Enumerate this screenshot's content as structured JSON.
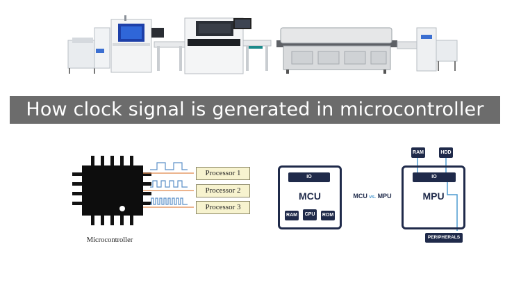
{
  "title": "How clock signal is generated in microcontroller",
  "left_diagram": {
    "processors": [
      "Processor 1",
      "Processor 2",
      "Processor 3"
    ],
    "caption": "Microcontroller"
  },
  "mcu_block": {
    "io_label": "IO",
    "name": "MCU",
    "chips": [
      "RAM",
      "CPU",
      "ROM"
    ]
  },
  "comparison": {
    "left": "MCU",
    "vs": "vs.",
    "right": "MPU"
  },
  "mpu_block": {
    "external_top": [
      "RAM",
      "HDD"
    ],
    "io_label": "IO",
    "name": "MPU",
    "external_bottom": "PERIPHERALS"
  },
  "colors": {
    "banner_bg": "#6c6c6c",
    "navy": "#1f2a4a",
    "accent_blue": "#4c9ad1",
    "proc_box_fill": "#f7f3cf",
    "signal_orange": "#e0874a",
    "signal_blue": "#5b8fc7"
  }
}
